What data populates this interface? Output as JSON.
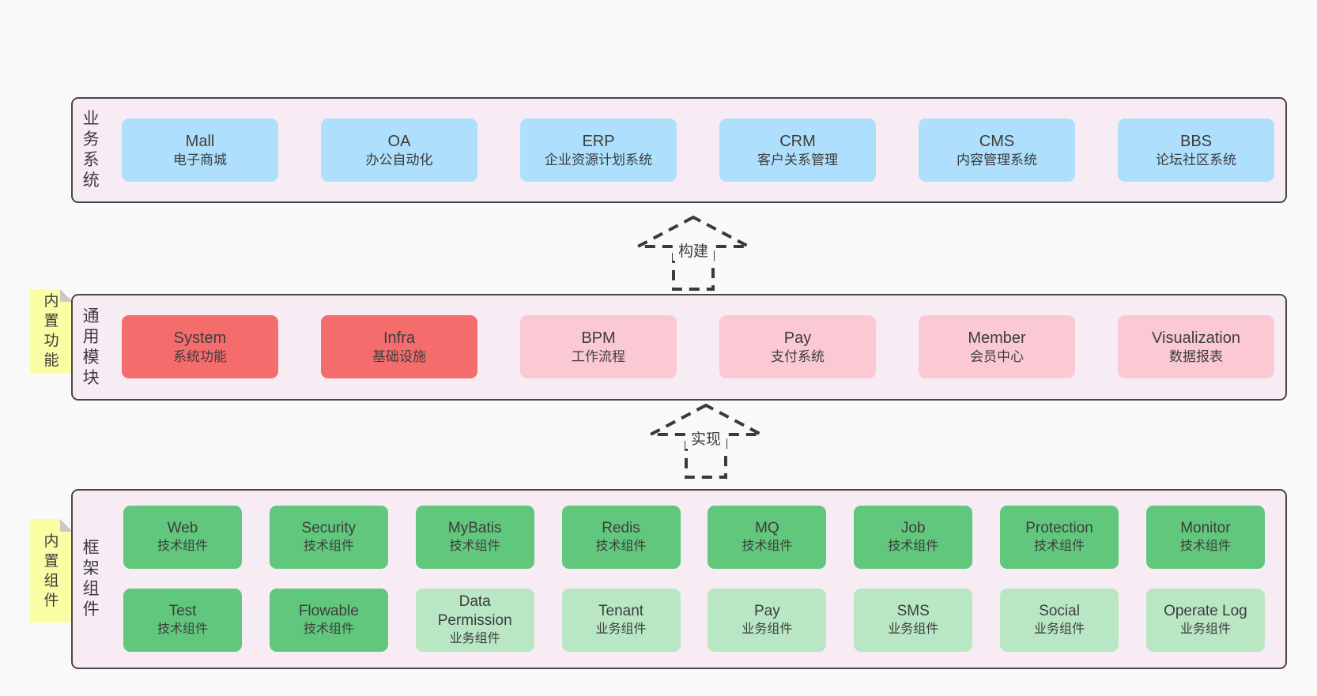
{
  "palette": {
    "page_background": "#f9f9f9",
    "container_background": "#f8ecf4",
    "container_border": "#474747",
    "business_box": "#aedffc",
    "core_module_box": "#f56c6c",
    "optional_module_box": "#fbc9d4",
    "tech_component_box": "#60c77d",
    "biz_component_box": "#b9e7c4",
    "sticky_note": "#fbfda4",
    "sticky_fold": "#c9c9c9",
    "text": "#3d3d3d"
  },
  "sections": {
    "business": {
      "label": "业务系统",
      "boxes": [
        {
          "name": "Mall",
          "desc": "电子商城"
        },
        {
          "name": "OA",
          "desc": "办公自动化"
        },
        {
          "name": "ERP",
          "desc": "企业资源计划系统"
        },
        {
          "name": "CRM",
          "desc": "客户关系管理"
        },
        {
          "name": "CMS",
          "desc": "内容管理系统"
        },
        {
          "name": "BBS",
          "desc": "论坛社区系统"
        }
      ]
    },
    "modules": {
      "label": "通用模块",
      "sticky": "内置功能",
      "boxes": [
        {
          "name": "System",
          "desc": "系统功能"
        },
        {
          "name": "Infra",
          "desc": "基础设施"
        },
        {
          "name": "BPM",
          "desc": "工作流程"
        },
        {
          "name": "Pay",
          "desc": "支付系统"
        },
        {
          "name": "Member",
          "desc": "会员中心"
        },
        {
          "name": "Visualization",
          "desc": "数据报表"
        }
      ]
    },
    "components": {
      "label": "框架组件",
      "sticky": "内置组件",
      "row1": [
        {
          "name": "Web",
          "desc": "技术组件"
        },
        {
          "name": "Security",
          "desc": "技术组件"
        },
        {
          "name": "MyBatis",
          "desc": "技术组件"
        },
        {
          "name": "Redis",
          "desc": "技术组件"
        },
        {
          "name": "MQ",
          "desc": "技术组件"
        },
        {
          "name": "Job",
          "desc": "技术组件"
        },
        {
          "name": "Protection",
          "desc": "技术组件"
        },
        {
          "name": "Monitor",
          "desc": "技术组件"
        }
      ],
      "row2": [
        {
          "name": "Test",
          "desc": "技术组件"
        },
        {
          "name": "Flowable",
          "desc": "技术组件"
        },
        {
          "name": "Data Permission",
          "desc": "业务组件"
        },
        {
          "name": "Tenant",
          "desc": "业务组件"
        },
        {
          "name": "Pay",
          "desc": "业务组件"
        },
        {
          "name": "SMS",
          "desc": "业务组件"
        },
        {
          "name": "Social",
          "desc": "业务组件"
        },
        {
          "name": "Operate Log",
          "desc": "业务组件"
        }
      ]
    }
  },
  "arrows": [
    {
      "label": "构建"
    },
    {
      "label": "实现"
    }
  ]
}
